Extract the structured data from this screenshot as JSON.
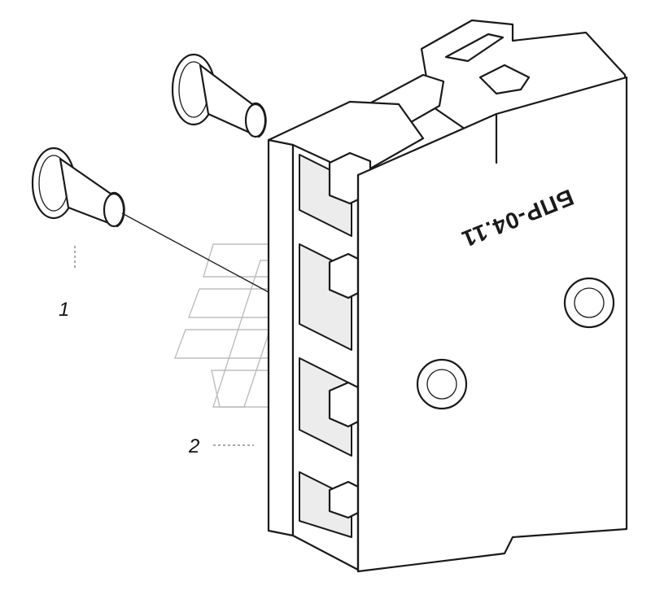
{
  "callouts": {
    "rivet": "1",
    "block": "2"
  },
  "marking": "БПР-04.11",
  "colors": {
    "line": "#1a1a1a",
    "watermark": "#bdbdbd",
    "background": "#ffffff"
  }
}
